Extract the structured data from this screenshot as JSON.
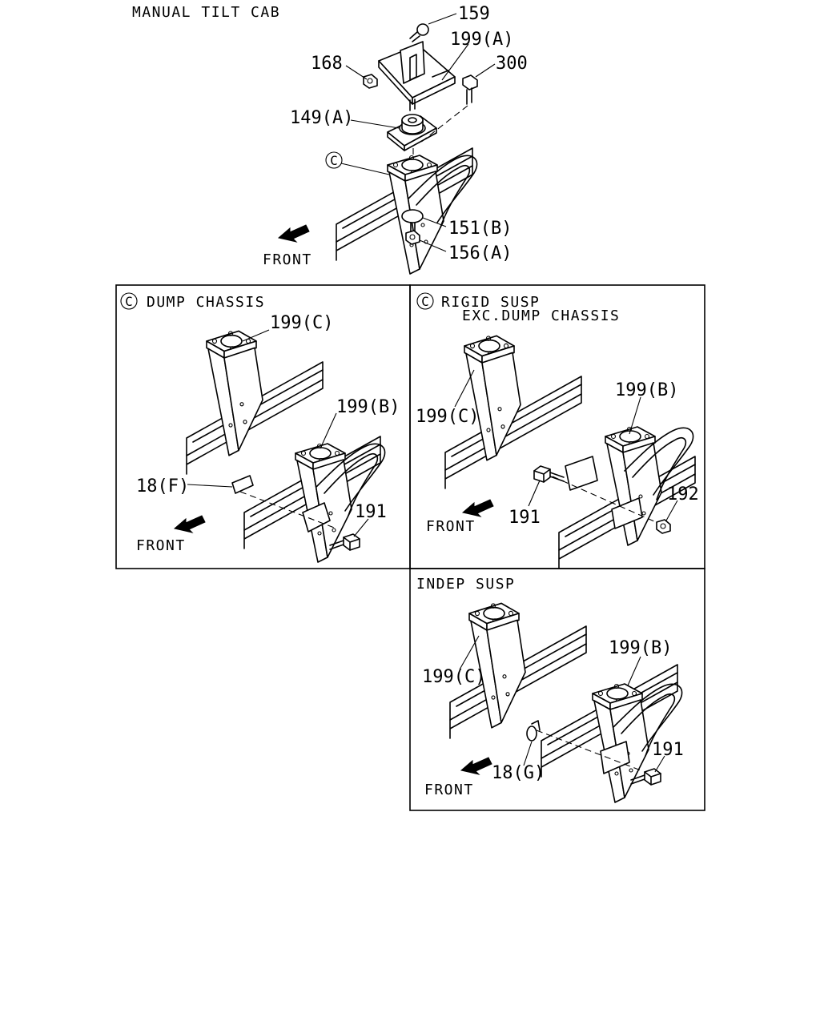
{
  "title": "MANUAL TILT CAB",
  "top": {
    "labels": {
      "p159": "159",
      "p199a": "199(A)",
      "p168": "168",
      "p300": "300",
      "p149a": "149(A)",
      "pc": "C",
      "p151b": "151(B)",
      "p156a": "156(A)",
      "front": "FRONT"
    }
  },
  "panel_dump": {
    "circle": "C",
    "title": "DUMP CHASSIS",
    "labels": {
      "p199c": "199(C)",
      "p199b": "199(B)",
      "p18f": "18(F)",
      "p191": "191",
      "front": "FRONT"
    }
  },
  "panel_rigid": {
    "circle": "C",
    "title_line1": "RIGID SUSP",
    "title_line2": "EXC.DUMP CHASSIS",
    "labels": {
      "p199c": "199(C)",
      "p199b": "199(B)",
      "p191": "191",
      "p192": "192",
      "front": "FRONT"
    }
  },
  "panel_indep": {
    "title": "INDEP SUSP",
    "labels": {
      "p199c": "199(C)",
      "p199b": "199(B)",
      "p18g": "18(G)",
      "p191": "191",
      "front": "FRONT"
    }
  }
}
